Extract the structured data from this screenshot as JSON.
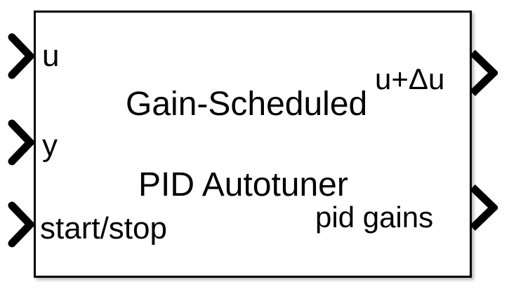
{
  "block": {
    "name": "gain-scheduled-pid-autotuner-block",
    "title_line_1": "Gain-Scheduled",
    "title_line_2": "PID Autotuner",
    "border_color": "#000000",
    "fill_color": "#ffffff",
    "text_color": "#000000"
  },
  "inputs": [
    {
      "label": "u",
      "port_icon": "input-chevron-icon"
    },
    {
      "label": "y",
      "port_icon": "input-chevron-icon"
    },
    {
      "label": "start/stop",
      "port_icon": "input-chevron-icon"
    }
  ],
  "outputs": [
    {
      "label": "u+Δu",
      "port_icon": "output-chevron-icon"
    },
    {
      "label": "pid gains",
      "port_icon": "output-chevron-icon"
    }
  ]
}
